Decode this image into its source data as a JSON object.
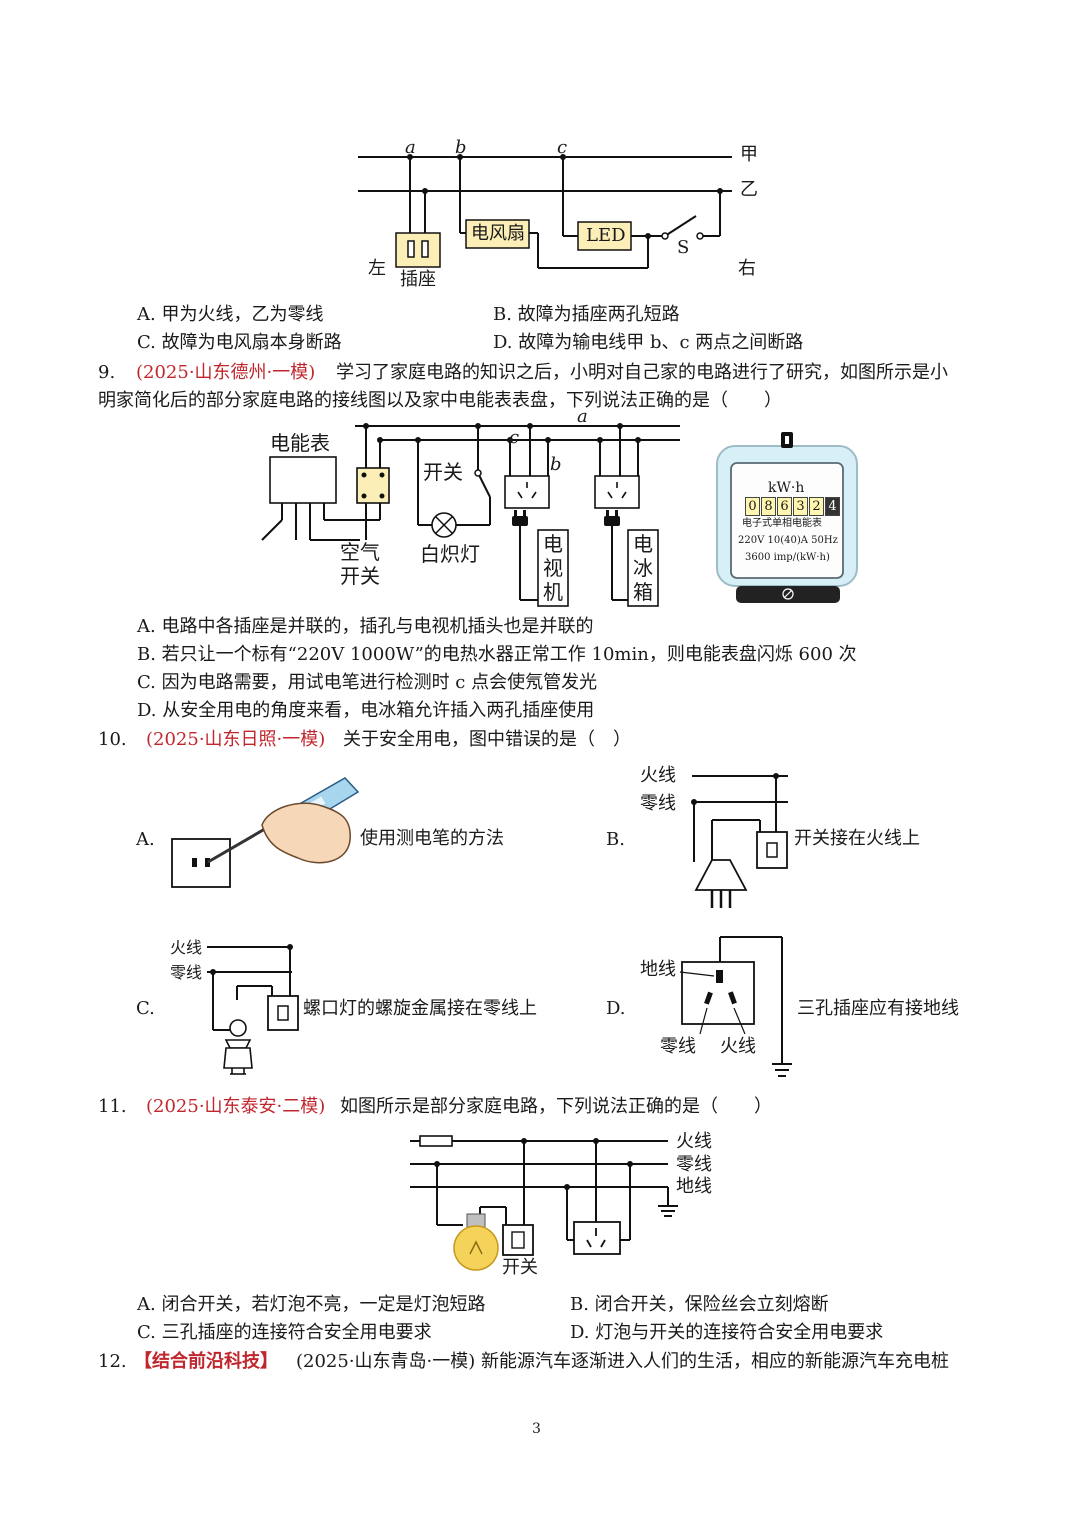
{
  "fig8": {
    "pt_a": "a",
    "pt_b": "b",
    "pt_c": "c",
    "line1": "甲",
    "line2": "乙",
    "left": "左",
    "right": "右",
    "socket": "插座",
    "fan": "电风扇",
    "led": "LED",
    "switch": "S"
  },
  "q8": {
    "A": "A. 甲为火线，乙为零线",
    "B": "B. 故障为插座两孔短路",
    "C": "C. 故障为电风扇本身断路",
    "D": "D. 故障为输电线甲 b、c 两点之间断路"
  },
  "q9": {
    "num": "9.",
    "src": "(2025·山东德州·一模)",
    "line1": "学习了家庭电路的知识之后，小明对自己家的电路进行了研究，如图所示是小",
    "line2": "明家简化后的部分家庭电路的接线图以及家中电能表表盘，下列说法正确的是（　　）",
    "fig": {
      "meter": "电能表",
      "switch": "开关",
      "breaker_1": "空气",
      "breaker_2": "开关",
      "lamp": "白炽灯",
      "tv_1": "电",
      "tv_2": "视",
      "tv_3": "机",
      "fridge_1": "电",
      "fridge_2": "冰",
      "fridge_3": "箱",
      "pt_a": "a",
      "pt_b": "b",
      "pt_c": "c",
      "dial_unit": "kW·h",
      "dial_digits": [
        "0",
        "8",
        "6",
        "3",
        "2",
        "4"
      ],
      "dial_name": "电子式单相电能表",
      "dial_spec": "220V 10(40)A 50Hz",
      "dial_imp": "3600 imp/(kW·h)"
    },
    "A": "A. 电路中各插座是并联的，插孔与电视机插头也是并联的",
    "B": "B. 若只让一个标有“220V 1000W”的电热水器正常工作 10min，则电能表盘闪烁 600 次",
    "C": "C. 因为电路需要，用试电笔进行检测时 c 点会使氖管发光",
    "D": "D. 从安全用电的角度来看，电冰箱允许插入两孔插座使用"
  },
  "q10": {
    "num": "10.",
    "src": "(2025·山东日照·一模)",
    "text": "关于安全用电，图中错误的是（　）",
    "A_letter": "A.",
    "A_caption": "使用测电笔的方法",
    "B_letter": "B.",
    "B_fire": "火线",
    "B_zero": "零线",
    "B_caption": "开关接在火线上",
    "C_letter": "C.",
    "C_fire": "火线",
    "C_zero": "零线",
    "C_caption": "螺口灯的螺旋金属接在零线上",
    "D_letter": "D.",
    "D_ground": "地线",
    "D_zero": "零线",
    "D_fire": "火线",
    "D_caption": "三孔插座应有接地线"
  },
  "q11": {
    "num": "11.",
    "src": "(2025·山东泰安·二模)",
    "text": "如图所示是部分家庭电路，下列说法正确的是（　　）",
    "fig": {
      "fire": "火线",
      "zero": "零线",
      "ground": "地线",
      "switch": "开关"
    },
    "A": "A. 闭合开关，若灯泡不亮，一定是灯泡短路",
    "B": "B. 闭合开关，保险丝会立刻熔断",
    "C": "C. 三孔插座的连接符合安全用电要求",
    "D": "D. 灯泡与开关的连接符合安全用电要求"
  },
  "q12": {
    "num": "12.",
    "tag": "【结合前沿科技】",
    "text": "(2025·山东青岛·一模) 新能源汽车逐渐进入人们的生活，相应的新能源汽车充电桩"
  },
  "page_number": "3",
  "colors": {
    "accent_red": "#c0262d",
    "device_fill": "#fbeeb6",
    "lcd_fill": "#fff6b0",
    "meter_body": "#d7f0f7"
  }
}
